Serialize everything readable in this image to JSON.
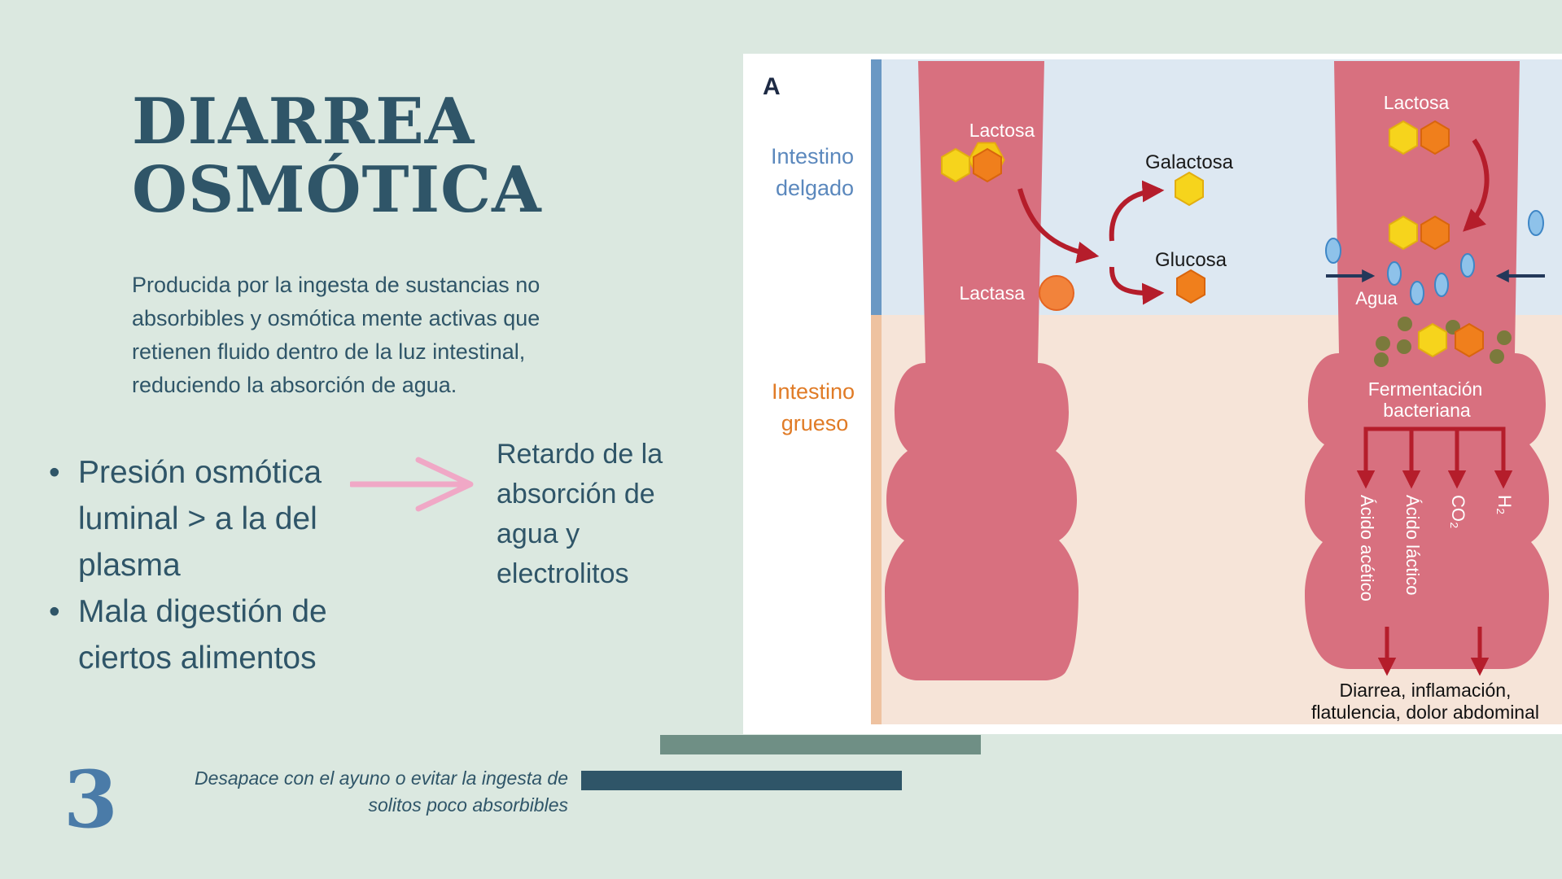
{
  "slide": {
    "title_line1": "DIARREA",
    "title_line2": "OSMÓTICA",
    "intro": "Producida por la ingesta de sustancias no absorbibles y osmótica mente activas que retienen fluido dentro de la luz intestinal, reduciendo la absorción de agua.",
    "bullets": [
      "Presión osmótica luminal >  a la del plasma",
      "Mala digestión de ciertos alimentos"
    ],
    "result": "Retardo de la absorción de agua y electrolitos",
    "slide_number": "3",
    "note": "Desapace con el ayuno o evitar la ingesta de solitos poco absorbibles"
  },
  "diagram": {
    "panel_letter": "A",
    "section_small_line1": "Intestino",
    "section_small_line2": "delgado",
    "section_large_line1": "Intestino",
    "section_large_line2": "grueso",
    "left_lactose": "Lactosa",
    "left_lactase": "Lactasa",
    "galactose": "Galactosa",
    "glucose": "Glucosa",
    "right_lactose": "Lactosa",
    "water": "Agua",
    "fermentation_line1": "Fermentación",
    "fermentation_line2": "bacteriana",
    "products": [
      "Ácido acético",
      "Ácido láctico",
      "CO₂",
      "H₂"
    ],
    "outcome_line1": "Diarrea, inflamación,",
    "outcome_line2": "flatulencia, dolor abdominal"
  },
  "colors": {
    "accent_dark": "#2f5568",
    "accent_blue": "#4a7ba8",
    "arrow_pink": "#f0a8c6",
    "tissue": "#d8707f",
    "arrow_red": "#b51d2b"
  }
}
